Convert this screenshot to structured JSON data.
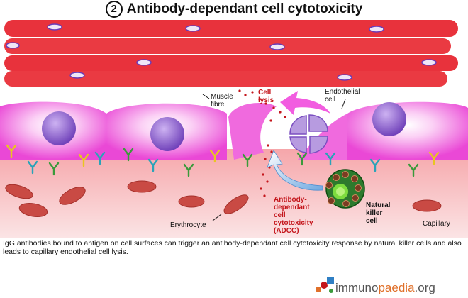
{
  "title": {
    "number": "2",
    "text": "Antibody-dependant cell cytotoxicity"
  },
  "labels": {
    "muscle": [
      "Muscle",
      "fibre"
    ],
    "cell_lysis": [
      "Cell",
      "lysis"
    ],
    "endothelial": [
      "Endothelial",
      "cell"
    ],
    "adcc": [
      "Antibody-",
      "dependant",
      "cell",
      "cytotoxicity",
      "(ADCC)"
    ],
    "natural_killer": [
      "Natural",
      "killer",
      "cell"
    ],
    "erythrocyte": "Erythrocyte",
    "capillary": "Capillary"
  },
  "caption": "IgG antibodies bound to antigen on cell surfaces can trigger an antibody-dependant cell cytotoxicity response by natural killer cells and also leads to capillary endothelial cell lysis.",
  "brand": {
    "part1": "immuno",
    "part2": "paedia",
    "part3": ".org"
  },
  "colors": {
    "muscle": "#e8323c",
    "endothelium": "#f25ce0",
    "nucleus": "#8a52d0",
    "capillary": "#f7c7c9",
    "erythrocyte": "#c94a44",
    "nk_cell": "#2d7a2d",
    "adcc_label": "#c4161c"
  }
}
